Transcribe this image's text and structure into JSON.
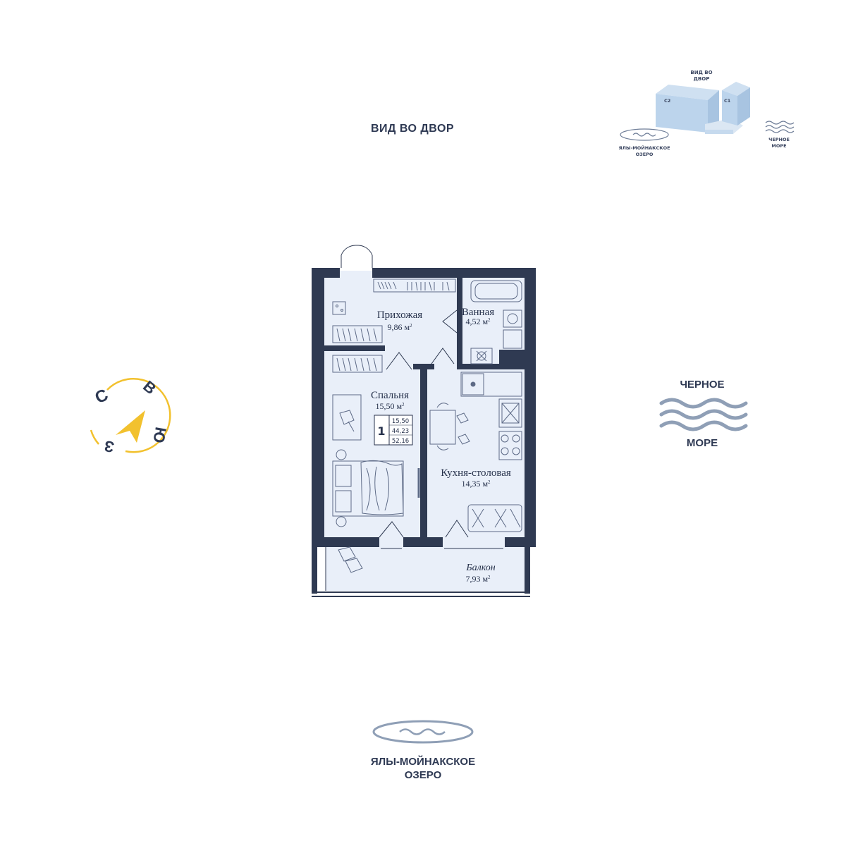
{
  "orientation": {
    "top": "ВИД ВО ДВОР",
    "right_line1": "ЧЕРНОЕ",
    "right_line2": "МОРЕ",
    "bottom_line1": "ЯЛЫ-МОЙНАКСКОЕ",
    "bottom_line2": "ОЗЕРО"
  },
  "compass": {
    "north": "С",
    "east": "В",
    "south": "Ю",
    "west": "З",
    "accent": "#f2c12e"
  },
  "keyplan": {
    "view_line1": "ВИД ВО",
    "view_line2": "ДВОР",
    "building_c2": "С2",
    "building_c1": "С1",
    "lake_line1": "ЯЛЫ-МОЙНАКСКОЕ",
    "lake_line2": "ОЗЕРО",
    "sea_line1": "ЧЕРНОЕ",
    "sea_line2": "МОРЕ",
    "highlight": "#bcd4ec"
  },
  "rooms": {
    "hallway": {
      "name": "Прихожая",
      "area": "9,86 м",
      "sup": "2"
    },
    "bathroom": {
      "name": "Ванная",
      "area": "4,52 м",
      "sup": "2"
    },
    "bedroom": {
      "name": "Спальня",
      "area": "15,50 м",
      "sup": "2"
    },
    "kitchen": {
      "name": "Кухня-столовая",
      "area": "14,35 м",
      "sup": "2"
    },
    "balcony": {
      "name": "Балкон",
      "area": "7,93 м",
      "sup": "2"
    }
  },
  "apartment": {
    "rooms_count": "1",
    "living_area": "15,50",
    "total_area": "44,23",
    "area_with_balcony": "52,16"
  },
  "colors": {
    "wall": "#2f3a52",
    "floor": "#e9eff9",
    "text": "#27324c",
    "waves": "#8f9fb6"
  }
}
